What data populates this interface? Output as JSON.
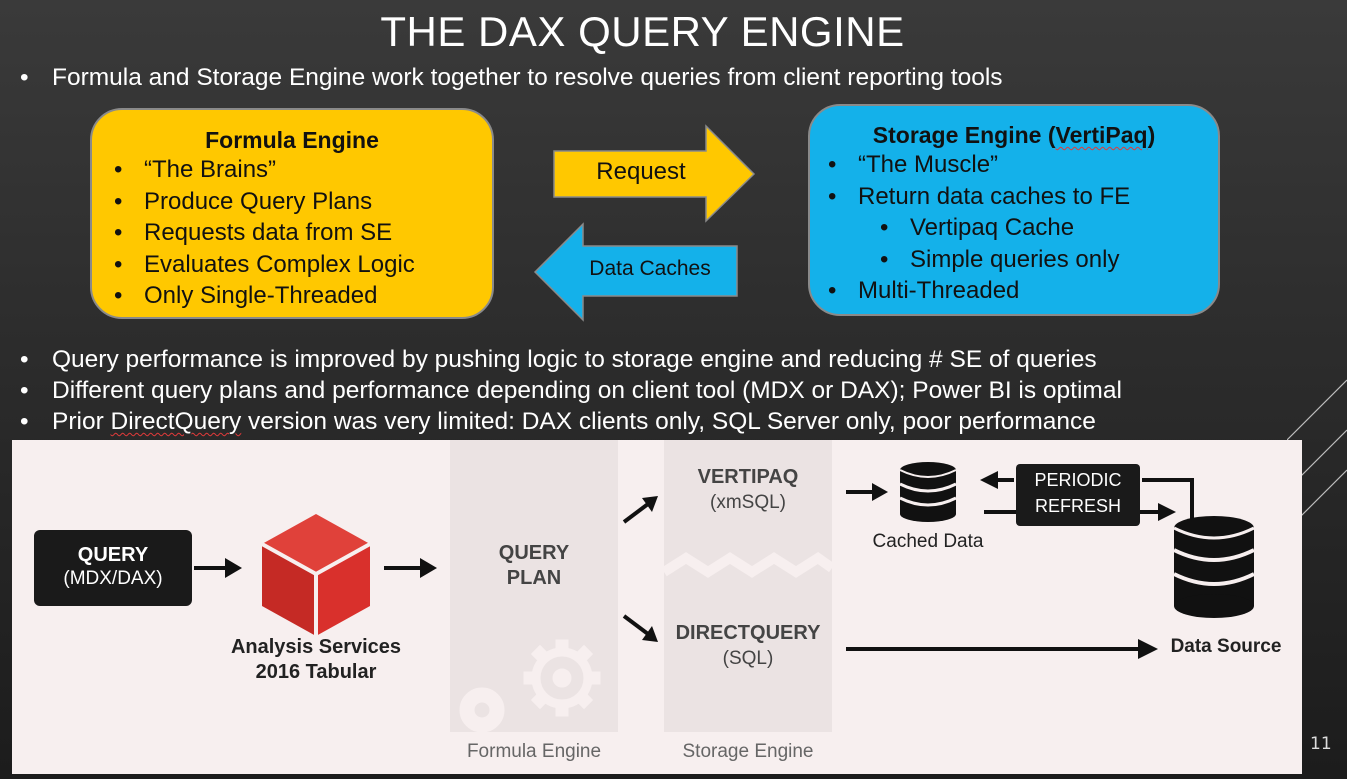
{
  "title": "THE DAX QUERY ENGINE",
  "bullets_top": [
    "Formula and Storage Engine work together to resolve queries from client reporting tools"
  ],
  "formula_engine": {
    "title": "Formula Engine",
    "items": [
      "“The Brains”",
      "Produce Query Plans",
      "Requests data from SE",
      "Evaluates Complex Logic",
      "Only Single-Threaded"
    ]
  },
  "storage_engine": {
    "title_prefix": "Storage Engine (",
    "title_term": "VertiPaq",
    "title_suffix": ")",
    "items": [
      "“The Muscle”",
      "Return data caches to FE"
    ],
    "sub_items": [
      "Vertipaq Cache",
      "Simple queries only"
    ],
    "last_item": "Multi-Threaded"
  },
  "arrows": {
    "request": "Request",
    "data_caches": "Data Caches"
  },
  "bullets_bottom": [
    "Query performance is improved by pushing logic to storage engine and reducing # SE of queries",
    "Different query plans and performance depending on client tool (MDX or DAX); Power BI is optimal"
  ],
  "bullet_last": {
    "prefix": "Prior ",
    "term": "DirectQuery",
    "suffix": " version was very limited: DAX clients only, SQL Server only, poor performance"
  },
  "diagram": {
    "query_box": {
      "line1": "QUERY",
      "line2": "(MDX/DAX)"
    },
    "analysis_services": {
      "line1": "Analysis Services",
      "line2": "2016 Tabular"
    },
    "query_plan": {
      "line1": "QUERY",
      "line2": "PLAN"
    },
    "vertipaq": {
      "line1": "VERTIPAQ",
      "line2": "(xmSQL)"
    },
    "directquery": {
      "line1": "DIRECTQUERY",
      "line2": "(SQL)"
    },
    "cached_data": "Cached Data",
    "periodic_refresh": {
      "line1": "PERIODIC",
      "line2": "REFRESH"
    },
    "data_source": "Data Source",
    "formula_engine_label": "Formula Engine",
    "storage_engine_label": "Storage Engine"
  },
  "colors": {
    "formula_engine": "#ffc800",
    "storage_engine": "#14b1ea",
    "cube_red": "#d9302c"
  },
  "slide_number": "11"
}
